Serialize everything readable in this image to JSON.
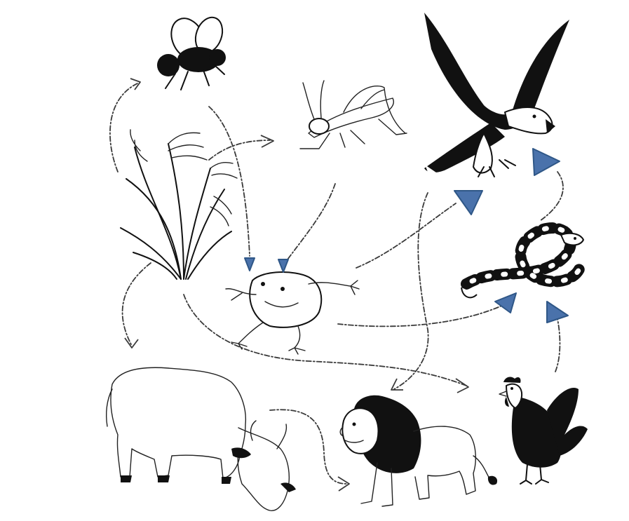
{
  "diagram": {
    "organisms": [
      {
        "id": "fly",
        "icon": "fly-icon"
      },
      {
        "id": "grasshopper",
        "icon": "grasshopper-icon"
      },
      {
        "id": "eagle",
        "icon": "eagle-icon"
      },
      {
        "id": "rice-plant",
        "icon": "rice-plant-icon"
      },
      {
        "id": "frog",
        "icon": "frog-icon"
      },
      {
        "id": "snake",
        "icon": "snake-icon"
      },
      {
        "id": "cow",
        "icon": "cow-icon"
      },
      {
        "id": "lion",
        "icon": "lion-icon"
      },
      {
        "id": "rooster",
        "icon": "rooster-icon"
      }
    ],
    "arrows": [
      {
        "from": "rice-plant",
        "to": "fly"
      },
      {
        "from": "rice-plant",
        "to": "grasshopper"
      },
      {
        "from": "rice-plant",
        "to": "cow"
      },
      {
        "from": "rice-plant",
        "to": "rooster"
      },
      {
        "from": "fly",
        "to": "frog"
      },
      {
        "from": "grasshopper",
        "to": "frog"
      },
      {
        "from": "frog",
        "to": "eagle"
      },
      {
        "from": "frog",
        "to": "snake"
      },
      {
        "from": "snake",
        "to": "eagle"
      },
      {
        "from": "eagle",
        "to": "lion"
      },
      {
        "from": "cow",
        "to": "lion"
      },
      {
        "from": "rooster",
        "to": "snake"
      }
    ],
    "highlight_markers": 6,
    "colors": {
      "arrow": "#3a3a3a",
      "marker": "#4a72ab",
      "ink": "#111111",
      "background": "#ffffff"
    }
  }
}
